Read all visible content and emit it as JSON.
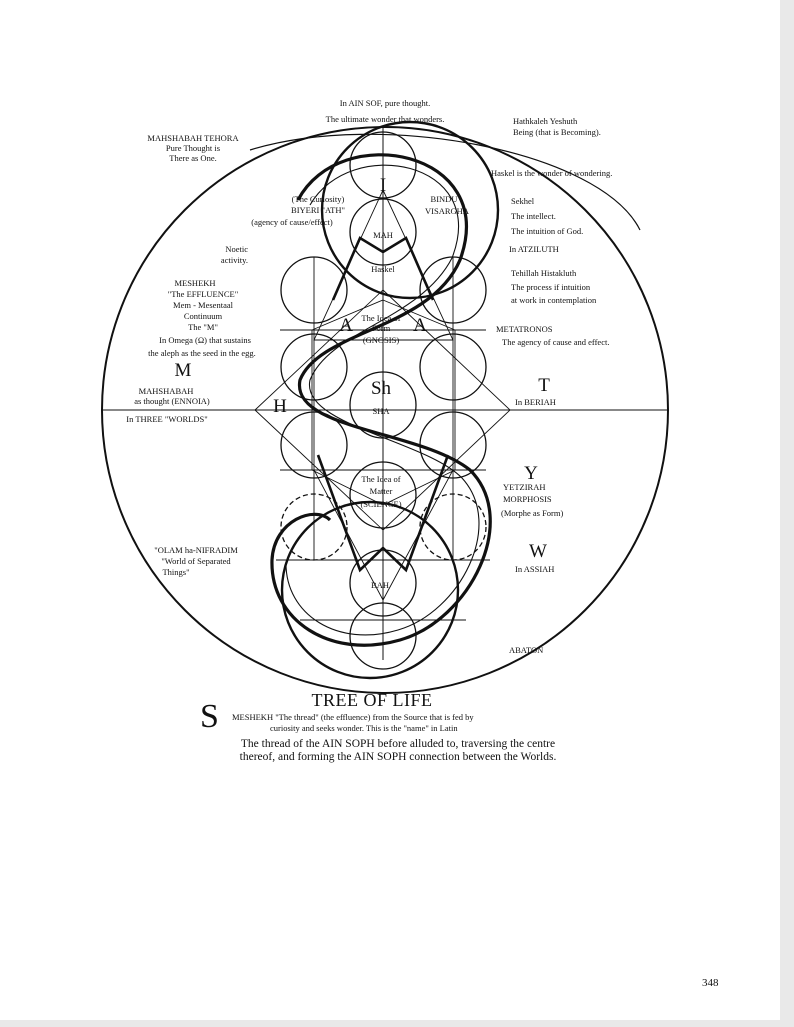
{
  "labels": {
    "ain_soph_top": "In AIN SOF, pure thought.",
    "ultimate_wonder": "The ultimate wonder that wonders.",
    "mahshabah_tehora": "MAHSHABAH TEHORA",
    "pure_thought": "Pure Thought is",
    "there_as_one": "There as One.",
    "hathkaleh": "Hathkaleh Yeshuth",
    "being": "Being (that is Becoming).",
    "haskel_wonder": "Haskel is the wonder of wondering.",
    "curiosity": "(The Curiosity)",
    "biyeri": "BIYERI \"ATH\"",
    "agency_cause": "(agency of cause/effect)",
    "bindu": "BINDU",
    "visargha": "VISARGHA",
    "sekhel": "Sekhel",
    "intellect": "The intellect.",
    "intuition_god": "The intuition of God.",
    "atziluth": "In ATZILUTH",
    "noetic": "Noetic",
    "activity": "activity.",
    "mah": "MAH",
    "haskel": "Haskel",
    "tehillah": "Tehillah Histakluth",
    "process_intuition": "The process if intuition",
    "at_work": "at work in contemplation",
    "meshekh": "MESHEKH",
    "effluence": "\"The EFFLUENCE\"",
    "mem_mesentaal": "Mem - Mesentaal",
    "continuum": "Continuum",
    "the_m": "The \"M\"",
    "omega": "In Omega (Ω) that sustains",
    "aleph_seed": "the aleph as the seed in the egg.",
    "idea_of": "The Idea of",
    "form": "Form",
    "gnosis": "(GNOSIS)",
    "letter_a_left": "A",
    "letter_a_right": "A",
    "metatronos": "METATRONOS",
    "agency_cause_effect": "The agency of cause and effect.",
    "big_m": "M",
    "mahshabah": "MAHSHABAH",
    "as_thought": "as thought (ENNOIA)",
    "three_worlds": "In THREE \"WORLDS\"",
    "big_h": "H",
    "sh": "Sh",
    "sha": "SHA",
    "big_t": "T",
    "beriah": "In BERIAH",
    "idea_of_matter": "The Idea of",
    "matter": "Matter",
    "science": "(SCIENCE)",
    "big_y": "Y",
    "yetzirah": "YETZIRAH",
    "morphosis": "MORPHOSIS",
    "morphe": "(Morphe as Form)",
    "olam": "\"OLAM ha-NIFRADIM",
    "world_separated": "\"World of Separated",
    "things": "Things\"",
    "big_w": "W",
    "assiah": "In ASSIAH",
    "bah": "BAH",
    "abaton": "ABATON",
    "letter_i": "I"
  },
  "title": "TREE OF LIFE",
  "caption": {
    "dropcap": "S",
    "small_line1": "MESHEKH \"The thread\" (the effluence) from the Source that is fed by",
    "small_line2": "curiosity and seeks wonder. This is the \"name\" in Latin",
    "main_line1": "The thread of the AIN SOPH before alluded to, traversing the centre",
    "main_line2": "thereof, and forming the AIN SOPH connection between the Worlds."
  },
  "page_number": "348"
}
